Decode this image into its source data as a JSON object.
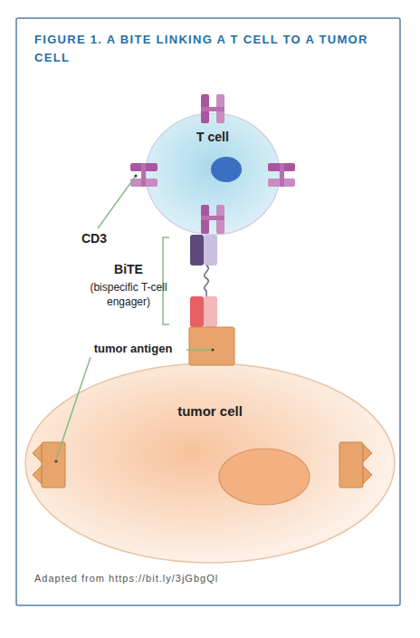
{
  "diagram": {
    "title": "FIGURE 1. A BITE LINKING A T CELL TO A TUMOR CELL",
    "caption": "Adapted from https://bit.ly/3jGbgQl",
    "nodes": [
      {
        "text": [
          "T cell"
        ]
      },
      {
        "text": [
          "tumor cell"
        ]
      }
    ],
    "labels": [
      "CD3",
      "BiTE",
      "(bispecific T-cell engager)",
      "tumor antigen"
    ]
  }
}
